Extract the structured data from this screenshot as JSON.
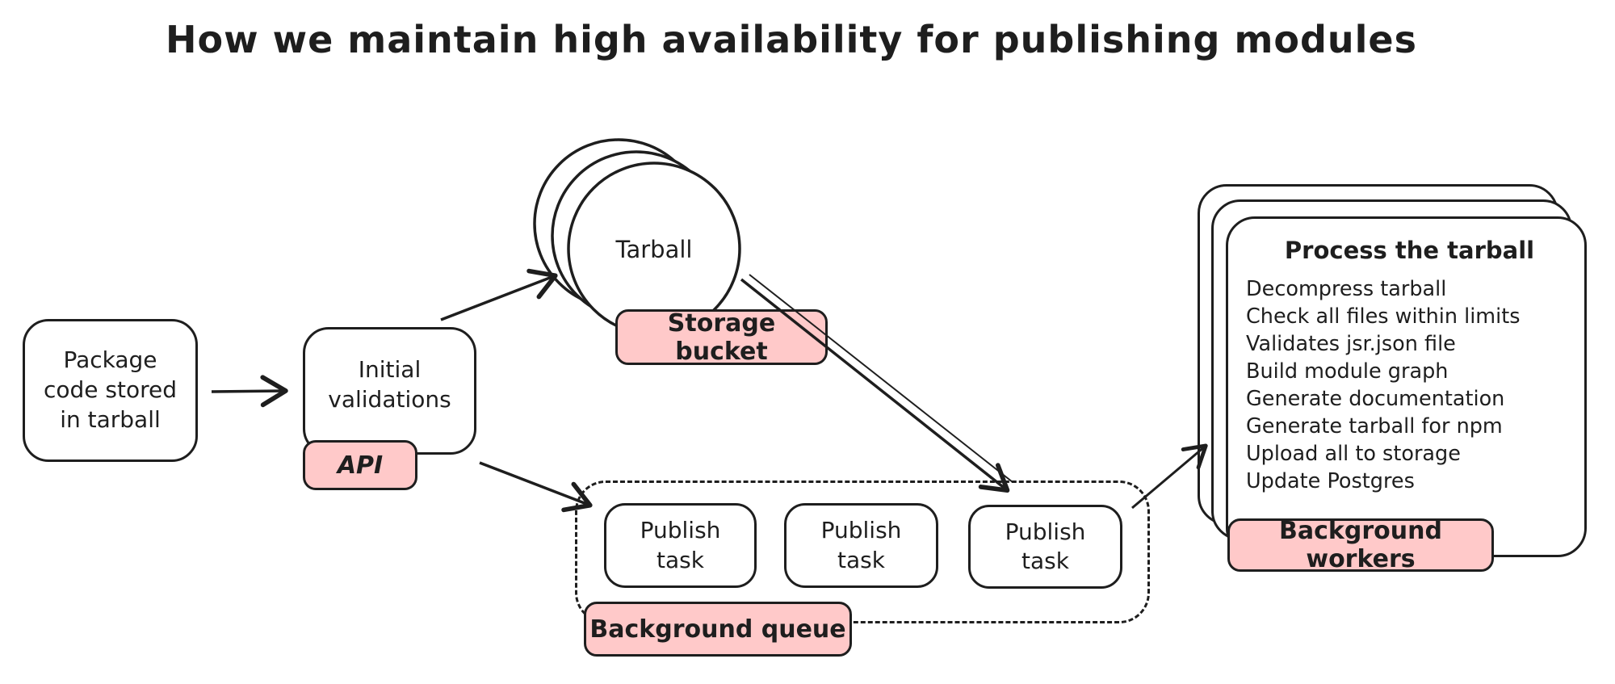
{
  "title": "How we maintain high availability for publishing modules",
  "nodes": {
    "package": {
      "label": "Package code stored in tarball"
    },
    "validations": {
      "label": "Initial validations",
      "badge": "API"
    },
    "storage": {
      "label": "Tarball",
      "badge": "Storage bucket"
    },
    "queue": {
      "badge": "Background queue",
      "tasks": [
        "Publish task",
        "Publish task",
        "Publish task"
      ]
    },
    "workers": {
      "title": "Process the tarball",
      "steps": [
        "Decompress tarball",
        "Check all files within limits",
        "Validates jsr.json file",
        "Build module graph",
        "Generate documentation",
        "Generate tarball for npm",
        "Upload all to storage",
        "Update Postgres"
      ],
      "badge": "Background workers"
    }
  },
  "colors": {
    "stroke": "#1e1e1e",
    "badge_fill": "#ffc9c9",
    "canvas_bg": "#ffffff"
  }
}
